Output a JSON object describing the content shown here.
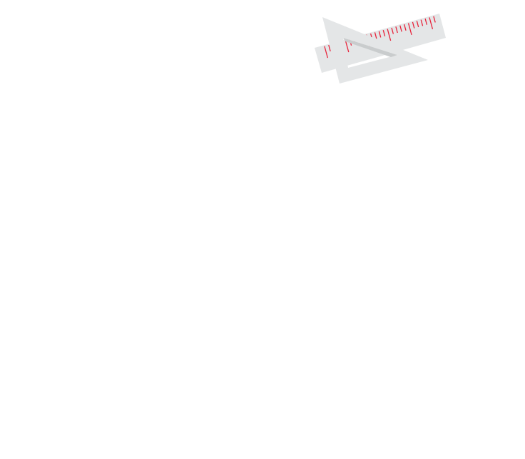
{
  "illustration": {
    "icon": "ruler-and-set-square-icon",
    "colors": {
      "tool_body": "#e4e6e7",
      "tool_shadow": "#c9cccd",
      "tick_marks": "#e8223a",
      "background": "#ffffff"
    },
    "ruler": {
      "tick_pattern": [
        "long",
        "short",
        "short",
        "short",
        "short"
      ]
    }
  }
}
